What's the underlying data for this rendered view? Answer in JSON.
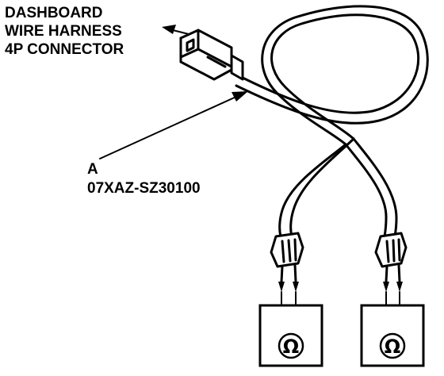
{
  "labels": {
    "connector": {
      "line1": "DASHBOARD",
      "line2": "WIRE HARNESS",
      "line3": "4P CONNECTOR"
    },
    "tool": {
      "letter": "A",
      "part_number": "07XAZ-SZ30100"
    }
  },
  "meters": [
    {
      "symbol": "Ω"
    },
    {
      "symbol": "Ω"
    }
  ]
}
